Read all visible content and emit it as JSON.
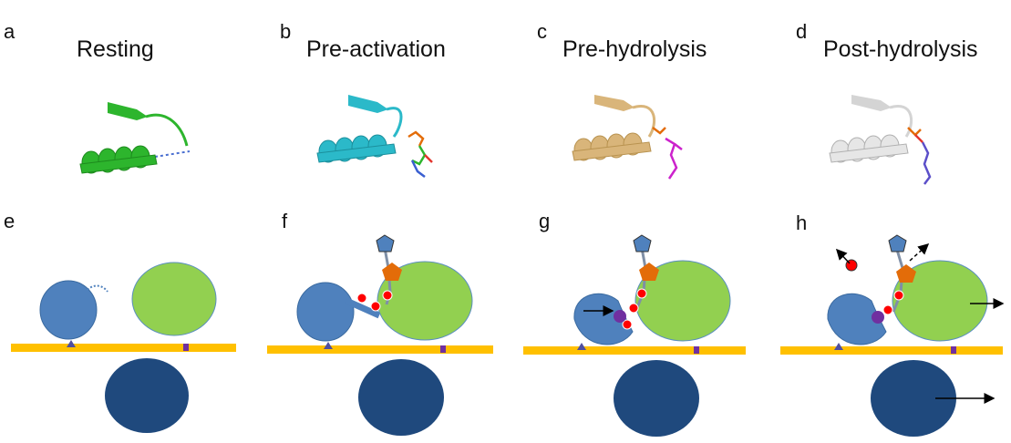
{
  "panels": [
    {
      "letter": "a",
      "title": "Resting"
    },
    {
      "letter": "b",
      "title": "Pre-activation"
    },
    {
      "letter": "c",
      "title": "Pre-hydrolysis"
    },
    {
      "letter": "d",
      "title": "Post-hydrolysis"
    }
  ],
  "schematics": [
    {
      "letter": "e"
    },
    {
      "letter": "f"
    },
    {
      "letter": "g"
    },
    {
      "letter": "h"
    }
  ],
  "colors": {
    "resting_helix": "#2db52d",
    "preactivation_helix": "#2bb9c9",
    "prehydrolysis_helix": "#d9b57a",
    "posthydrolysis_helix": "#d4d4d4",
    "membrane": "#ffc000",
    "small_domain": "#4f81bd",
    "large_domain": "#92d050",
    "bottom_domain": "#1f497d",
    "pentagon": "#e36c09",
    "dot_red": "#ff0000",
    "dot_purple": "#7030a0"
  }
}
